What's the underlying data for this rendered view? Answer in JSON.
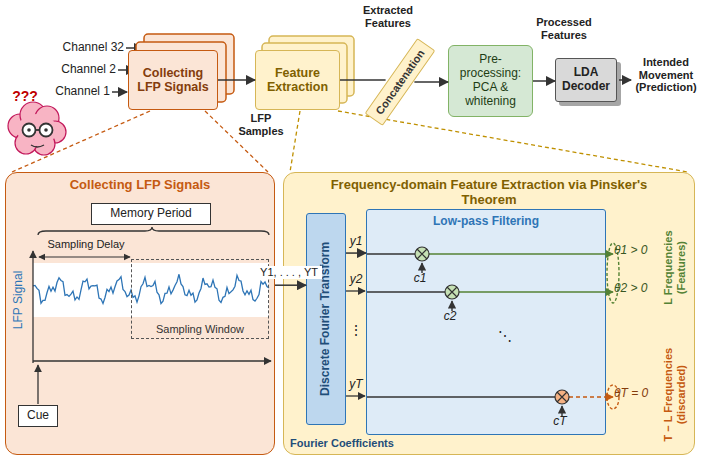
{
  "diagram": {
    "nodes": [
      {
        "text": [
          "Collecting LFP Signals"
        ]
      },
      {
        "text": [
          "Feature Extraction"
        ]
      },
      {
        "text": [
          "Concatenation"
        ]
      },
      {
        "text": [
          "Pre-processing: PCA & whitening"
        ]
      },
      {
        "text": [
          "LDA Decoder"
        ]
      },
      {
        "text": [
          "Collecting LFP Signals"
        ]
      },
      {
        "text": [
          "Memory Period"
        ],
        "in": 5
      },
      {
        "text": [
          "Sampling Window"
        ],
        "in": 5
      },
      {
        "text": [
          "Cue"
        ],
        "in": 5
      },
      {
        "text": [
          "Frequency-domain Feature Extraction via Pinsker's Theorem"
        ]
      },
      {
        "text": [
          "Discrete Fourier Transform"
        ],
        "in": 9
      },
      {
        "text": [
          "Low-pass Filtering"
        ],
        "in": 9
      }
    ],
    "edges": [
      {
        "from": 0,
        "to": 1,
        "label": "LFP Samples",
        "arrow": "to"
      },
      {
        "from": 1,
        "to": 2,
        "label": "Extracted Features",
        "arrow": "none"
      },
      {
        "from": 2,
        "to": 3,
        "arrow": "to"
      },
      {
        "from": 3,
        "to": 4,
        "label": "Processed Features",
        "arrow": "to"
      },
      {
        "from": 5,
        "to": 10,
        "label": "Y1, . . . , YT",
        "arrow": "to"
      },
      {
        "from": 10,
        "to": 11,
        "arrow": "to"
      }
    ],
    "labels": [
      "Channel 32",
      "Channel 2",
      "Channel 1",
      "???",
      "Intended Movement (Prediction)",
      "Sampling Delay",
      "LFP Signal",
      "y1",
      "y2",
      "yT",
      "⋮",
      "⋱",
      "c1",
      "c2",
      "cT",
      "θ1 > 0",
      "θ2 > 0",
      "θT = 0",
      "Fourier Coefficients",
      "L Frequencies (Features)",
      "T − L Frequencies (discarded)"
    ]
  }
}
